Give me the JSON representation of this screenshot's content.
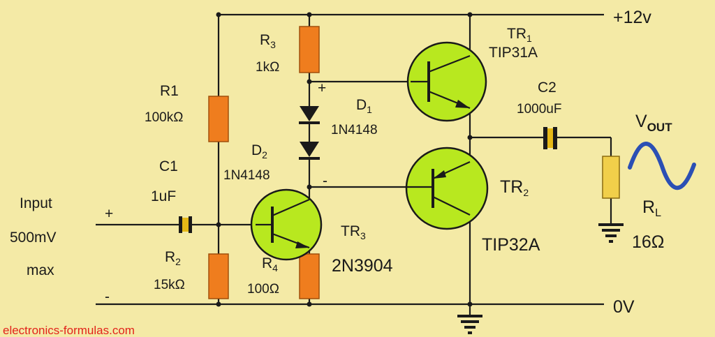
{
  "rails": {
    "positive_label": "+12v",
    "ground_label": "0V"
  },
  "input": {
    "line1": "Input",
    "line2": "500mV",
    "line3": "max",
    "plus": "+",
    "minus": "-"
  },
  "components": {
    "r1": {
      "name": "R1",
      "value": "100kΩ"
    },
    "r2": {
      "name": "R",
      "sub": "2",
      "value": "15kΩ"
    },
    "r3": {
      "name": "R",
      "sub": "3",
      "value": "1kΩ"
    },
    "r4": {
      "name": "R",
      "sub": "4",
      "value": "100Ω"
    },
    "c1": {
      "name": "C1",
      "value": "1uF"
    },
    "c2": {
      "name": "C2",
      "value": "1000uF"
    },
    "d1": {
      "name": "D",
      "sub": "1",
      "part": "1N4148"
    },
    "d2": {
      "name": "D",
      "sub": "2",
      "part": "1N4148"
    },
    "tr1": {
      "name": "TR",
      "sub": "1",
      "part": "TIP31A"
    },
    "tr2": {
      "name": "TR",
      "sub": "2",
      "part": "TIP32A"
    },
    "tr3": {
      "name": "TR",
      "sub": "3",
      "part": "2N3904"
    },
    "rl": {
      "name": "R",
      "sub": "L",
      "value": "16Ω"
    }
  },
  "output": {
    "name": "V",
    "sub": "OUT"
  },
  "bias_marks": {
    "plus": "+",
    "minus": "-"
  },
  "credit": "electronics-formulas.com",
  "colors": {
    "background": "#f4eaa6",
    "resistor": "#ef7d1e",
    "load_resistor": "#f1cf4a",
    "transistor": "#b8e81f",
    "credit_text": "#e2231a"
  }
}
